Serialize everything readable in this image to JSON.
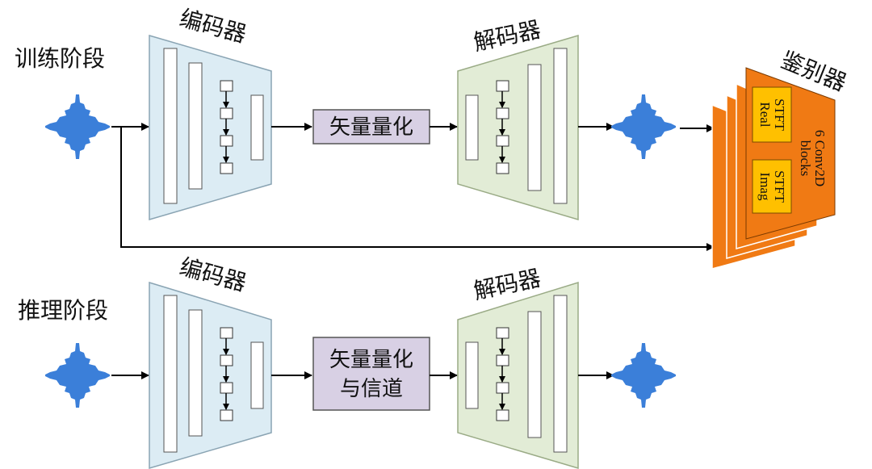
{
  "stages": {
    "training": "训练阶段",
    "inference": "推理阶段"
  },
  "blocks": {
    "encoder": "编码器",
    "decoder": "解码器",
    "quantizer": "矢量量化",
    "quantizer_channel_line1": "矢量量化",
    "quantizer_channel_line2": "与信道",
    "discriminator": "鉴别器"
  },
  "discriminator": {
    "stft_real_line1": "STFT",
    "stft_real_line2": "Real",
    "stft_imag_line1": "STFT",
    "stft_imag_line2": "Imag",
    "conv_line1": "6 Conv2D",
    "conv_line2": "blocks"
  },
  "colors": {
    "encoder": "#dcecf4",
    "decoder": "#e2ecd6",
    "quantizer": "#d8d0e4",
    "discriminator": "#f07a14",
    "stft": "#ffc000",
    "waveform": "#3b7fd9"
  }
}
